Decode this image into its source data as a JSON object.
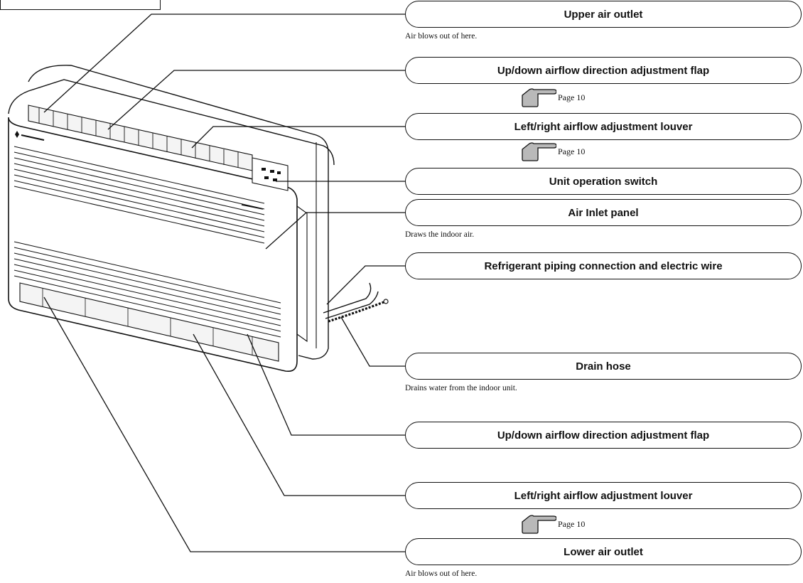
{
  "labels": {
    "upper_air_outlet": "Upper air outlet",
    "updown_flap_top": "Up/down airflow direction adjustment flap",
    "leftright_louver_top": "Left/right airflow adjustment louver",
    "unit_operation_switch": "Unit operation switch",
    "air_inlet_panel": "Air Inlet panel",
    "refrigerant_piping": "Refrigerant piping connection and electric wire",
    "drain_hose": "Drain hose",
    "updown_flap_bottom": "Up/down airflow direction adjustment flap",
    "leftright_louver_bottom": "Left/right airflow adjustment louver",
    "lower_air_outlet": "Lower air outlet"
  },
  "descriptions": {
    "upper_air_outlet": "Air blows out of here.",
    "air_inlet_panel": "Draws the indoor air.",
    "drain_hose": "Drains water from the indoor unit.",
    "lower_air_outlet": "Air blows out of here."
  },
  "page_refs": {
    "updown_flap_top": "Page 10",
    "leftright_louver_top": "Page 10",
    "leftright_louver_bottom": "Page 10"
  },
  "icons": {
    "pointing_hand": "pointing-hand-icon",
    "brand_logo": "three-diamond-logo"
  },
  "colors": {
    "line": "#111111",
    "hand_fill": "#b9b9b9"
  }
}
